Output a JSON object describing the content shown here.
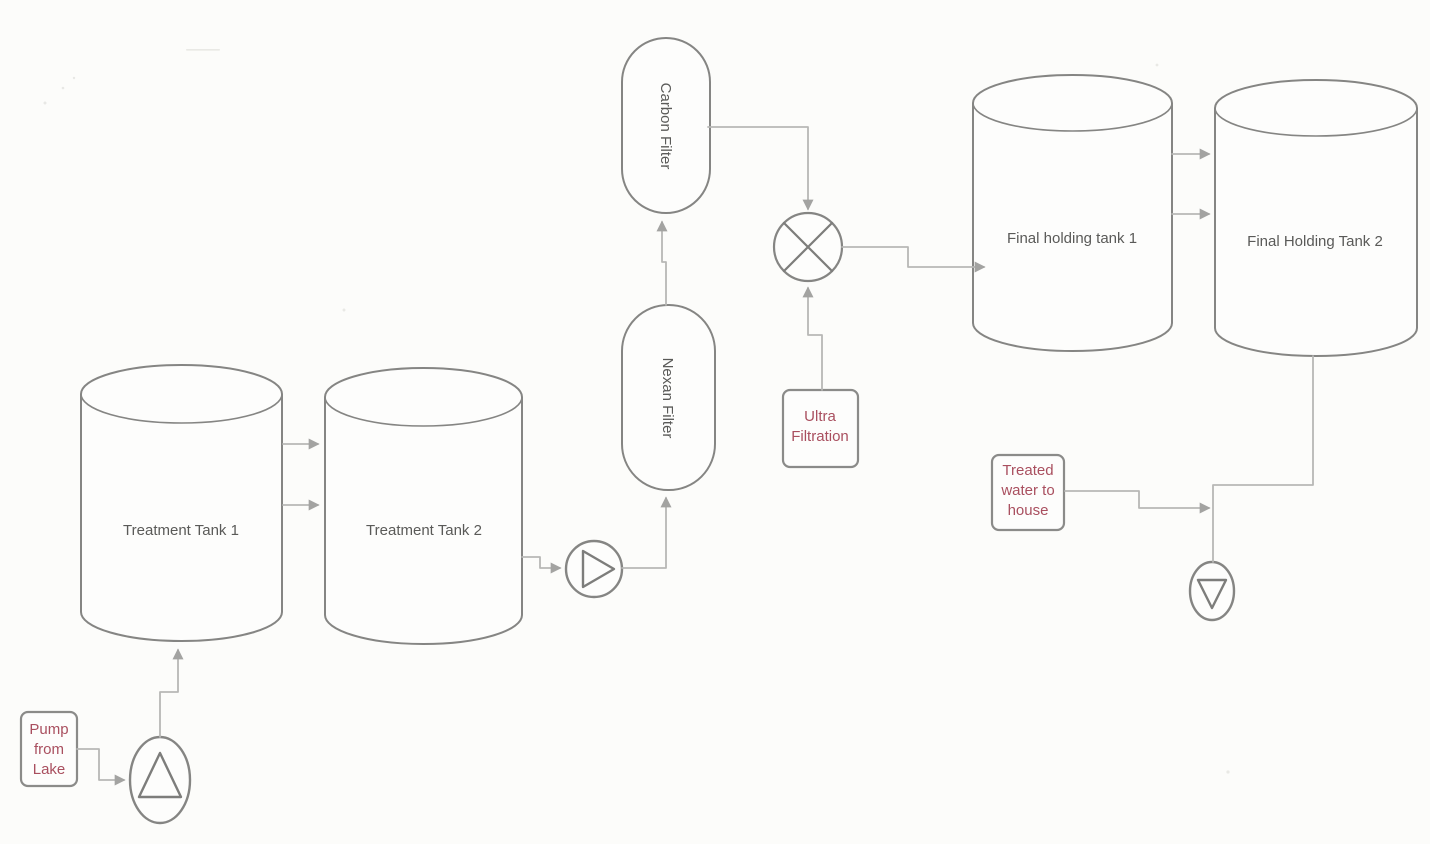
{
  "diagram": {
    "kind": "process-flow-diagram",
    "colors": {
      "connector": "#b7b7b5",
      "arrowhead": "#a3a3a1",
      "shape_stroke": "#858583",
      "node_text": "#5a5a58",
      "note_text": "#a94f5f",
      "background": "#fcfcfa"
    },
    "nodes": {
      "pump_from_lake_note": {
        "lines": [
          "Pump",
          "from",
          "Lake"
        ]
      },
      "lake_pump": {
        "icon": "pump-triangle-up-icon"
      },
      "treatment_tank_1": {
        "label": "Treatment Tank 1"
      },
      "treatment_tank_2": {
        "label": "Treatment Tank 2"
      },
      "transfer_pump": {
        "icon": "pump-triangle-right-icon"
      },
      "nexan_filter": {
        "label": "Nexan Filter"
      },
      "carbon_filter": {
        "label": "Carbon Filter"
      },
      "mixing_valve": {
        "icon": "valve-cross-icon"
      },
      "ultra_filtration_note": {
        "lines": [
          "Ultra",
          "Filtration"
        ]
      },
      "final_holding_tank_1": {
        "label": "Final holding tank 1"
      },
      "final_holding_tank_2": {
        "label": "Final Holding Tank 2"
      },
      "treated_water_note": {
        "lines": [
          "Treated",
          "water to",
          "house"
        ]
      },
      "outlet_pump": {
        "icon": "pump-triangle-down-icon"
      }
    }
  }
}
